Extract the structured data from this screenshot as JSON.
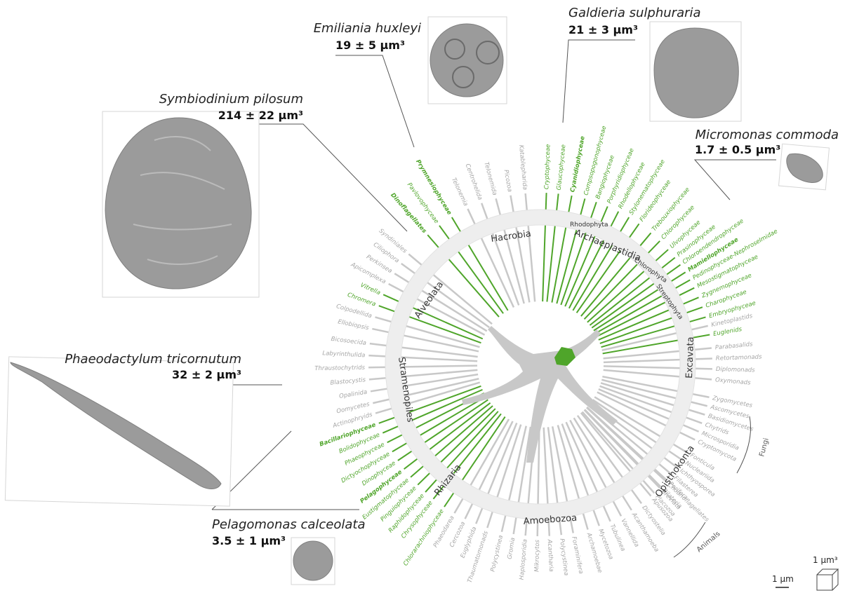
{
  "colors": {
    "green": "#4fa52a",
    "grey_branch": "#c8c8c8",
    "grey_label": "#a6a6a6",
    "ring": "#eeeeee"
  },
  "species": [
    {
      "key": "symbiodinium",
      "name": "Symbiodinium pilosum",
      "volume": "214 ± 22 µm³"
    },
    {
      "key": "emiliania",
      "name": "Emiliania huxleyi",
      "volume": "19 ± 5 µm³"
    },
    {
      "key": "galdieria",
      "name": "Galdieria sulphuraria",
      "volume": "21 ± 3 µm³"
    },
    {
      "key": "micromonas",
      "name": "Micromonas commoda",
      "volume": "1.7 ± 0.5 µm³"
    },
    {
      "key": "phaeodactylum",
      "name": "Phaeodactylum tricornutum",
      "volume": "32 ± 2 µm³"
    },
    {
      "key": "pelagomonas",
      "name": "Pelagomonas calceolata",
      "volume": "3.5 ± 1 µm³"
    }
  ],
  "supergroups": [
    "Hacrobia",
    "Archaeplastidia",
    "Alveolata",
    "Stramenopiles",
    "Excavata",
    "Rhizaria",
    "Amoebozoa",
    "Opisthokonta"
  ],
  "subgroups": [
    "Rhodophyta",
    "Chlorophyta",
    "Streptophyta"
  ],
  "groups": [
    "Fungi",
    "Animals"
  ],
  "taxa": [
    {
      "name": "Euglenids",
      "angle": -10,
      "green": true,
      "bold": false
    },
    {
      "name": "Embryophyceae",
      "angle": -16,
      "green": true,
      "bold": false
    },
    {
      "name": "Charophyceae",
      "angle": -19.5,
      "green": true,
      "bold": false
    },
    {
      "name": "Zygnemophyceae",
      "angle": -23,
      "green": true,
      "bold": false
    },
    {
      "name": "Mesostigmatophyceae",
      "angle": -26.5,
      "green": true,
      "bold": false
    },
    {
      "name": "Pedinophyceae-Nephroselmidae",
      "angle": -29.5,
      "green": true,
      "bold": false
    },
    {
      "name": "Mamiellophyceae",
      "angle": -32.5,
      "green": true,
      "bold": true
    },
    {
      "name": "Chloroendendrophyceae",
      "angle": -35.5,
      "green": true,
      "bold": false
    },
    {
      "name": "Prasinophyceae",
      "angle": -38.5,
      "green": true,
      "bold": false
    },
    {
      "name": "Ulvophyceae",
      "angle": -42,
      "green": true,
      "bold": false
    },
    {
      "name": "Chlorophyceae",
      "angle": -46,
      "green": true,
      "bold": false
    },
    {
      "name": "Trebouxiophyceae",
      "angle": -50,
      "green": true,
      "bold": false
    },
    {
      "name": "Florideophyceae",
      "angle": -55,
      "green": true,
      "bold": false
    },
    {
      "name": "Stylonematophyceae",
      "angle": -59,
      "green": true,
      "bold": false
    },
    {
      "name": "Rhodellophyceae",
      "angle": -63,
      "green": true,
      "bold": false
    },
    {
      "name": "Porphyridiophyceae",
      "angle": -67,
      "green": true,
      "bold": false
    },
    {
      "name": "Bangiophyceae",
      "angle": -71,
      "green": true,
      "bold": false
    },
    {
      "name": "Compsopogonophyceae",
      "angle": -75,
      "green": true,
      "bold": false
    },
    {
      "name": "Cyanidiophyceae",
      "angle": -79.5,
      "green": true,
      "bold": true
    },
    {
      "name": "Glaucophyceae",
      "angle": -84,
      "green": true,
      "bold": false
    },
    {
      "name": "Cryptophyceae",
      "angle": -88,
      "green": true,
      "bold": false
    },
    {
      "name": "Katablepharida",
      "angle": -95,
      "green": false,
      "bold": false
    },
    {
      "name": "Picozoa",
      "angle": -100,
      "green": false,
      "bold": false
    },
    {
      "name": "Telonemida",
      "angle": -105,
      "green": false,
      "bold": false
    },
    {
      "name": "Centrohelida",
      "angle": -110,
      "green": false,
      "bold": false
    },
    {
      "name": "Telonemia",
      "angle": -115,
      "green": false,
      "bold": false
    },
    {
      "name": "Prymnesiophyceae",
      "angle": -121,
      "green": true,
      "bold": true
    },
    {
      "name": "Pavlovophyceae",
      "angle": -126,
      "green": true,
      "bold": false
    },
    {
      "name": "Dinoflagellates",
      "angle": -131,
      "green": true,
      "bold": true
    },
    {
      "name": "Syndiniales",
      "angle": -140,
      "green": false,
      "bold": false
    },
    {
      "name": "Ciliophora",
      "angle": -144,
      "green": false,
      "bold": false
    },
    {
      "name": "Perkinsea",
      "angle": -148,
      "green": false,
      "bold": false
    },
    {
      "name": "Apicomplexa",
      "angle": -152,
      "green": false,
      "bold": false
    },
    {
      "name": "Vitrella",
      "angle": -156,
      "green": true,
      "bold": false
    },
    {
      "name": "Chromera",
      "angle": -160,
      "green": true,
      "bold": false
    },
    {
      "name": "Colpodellida",
      "angle": -164,
      "green": false,
      "bold": false
    },
    {
      "name": "Ellobiopsis",
      "angle": -168,
      "green": false,
      "bold": false
    },
    {
      "name": "Bicosoecida",
      "angle": -173,
      "green": false,
      "bold": false
    },
    {
      "name": "Labyrinthulida",
      "angle": -177,
      "green": false,
      "bold": false
    },
    {
      "name": "Thraustochytrids",
      "angle": 179,
      "green": false,
      "bold": false
    },
    {
      "name": "Blastocystis",
      "angle": 175,
      "green": false,
      "bold": false
    },
    {
      "name": "Opalinida",
      "angle": 171,
      "green": false,
      "bold": false
    },
    {
      "name": "Oomycetes",
      "angle": 167,
      "green": false,
      "bold": false
    },
    {
      "name": "Actinophryids",
      "angle": 163.5,
      "green": false,
      "bold": false
    },
    {
      "name": "Bacillariophyceae",
      "angle": 160,
      "green": true,
      "bold": true
    },
    {
      "name": "Bolidophyceae",
      "angle": 156.5,
      "green": true,
      "bold": false
    },
    {
      "name": "Phaeophyceae",
      "angle": 153,
      "green": true,
      "bold": false
    },
    {
      "name": "Dictyochophyceae",
      "angle": 149.5,
      "green": true,
      "bold": false
    },
    {
      "name": "Dinophyceae",
      "angle": 146,
      "green": true,
      "bold": false
    },
    {
      "name": "Pelagophyceae",
      "angle": 142.5,
      "green": true,
      "bold": true
    },
    {
      "name": "Eustigmatophyceae",
      "angle": 139,
      "green": true,
      "bold": false
    },
    {
      "name": "Pinguiophyceae",
      "angle": 135.5,
      "green": true,
      "bold": false
    },
    {
      "name": "Raphidophyceae",
      "angle": 132,
      "green": true,
      "bold": false
    },
    {
      "name": "Chrysophyceae",
      "angle": 128.5,
      "green": true,
      "bold": false
    },
    {
      "name": "Chlorarachniophyceae",
      "angle": 124,
      "green": true,
      "bold": false
    },
    {
      "name": "Phaeodarea",
      "angle": 120,
      "green": false,
      "bold": false
    },
    {
      "name": "Cercozoa",
      "angle": 116,
      "green": false,
      "bold": false
    },
    {
      "name": "Euglyphida",
      "angle": 112,
      "green": false,
      "bold": false
    },
    {
      "name": "Thaumatomonads",
      "angle": 108,
      "green": false,
      "bold": false
    },
    {
      "name": "Polycystinea",
      "angle": 103,
      "green": false,
      "bold": false
    },
    {
      "name": "Gromia",
      "angle": 99,
      "green": false,
      "bold": false
    },
    {
      "name": "Haplosporidia",
      "angle": 95,
      "green": false,
      "bold": false
    },
    {
      "name": "Mikrocytos",
      "angle": 91,
      "green": false,
      "bold": false
    },
    {
      "name": "Acantharia",
      "angle": 87,
      "green": false,
      "bold": false
    },
    {
      "name": "Polycystinea",
      "angle": 83,
      "green": false,
      "bold": false
    },
    {
      "name": "Foraminifera",
      "angle": 79,
      "green": false,
      "bold": false
    },
    {
      "name": "Archamoebae",
      "angle": 74,
      "green": false,
      "bold": false
    },
    {
      "name": "Mycetozoa",
      "angle": 70,
      "green": false,
      "bold": false
    },
    {
      "name": "Tubulinea",
      "angle": 66,
      "green": false,
      "bold": false
    },
    {
      "name": "Vannellida",
      "angle": 62,
      "green": false,
      "bold": false
    },
    {
      "name": "Acanthamoeba",
      "angle": 58,
      "green": false,
      "bold": false
    },
    {
      "name": "Dictyostelia",
      "angle": 54,
      "green": false,
      "bold": false
    },
    {
      "name": "Apusozoa",
      "angle": 50,
      "green": false,
      "bold": false
    },
    {
      "name": "Breviata",
      "angle": 46,
      "green": false,
      "bold": false
    },
    {
      "name": "Choanoflagellates",
      "angle": 43,
      "green": false,
      "bold": false
    },
    {
      "name": "Filasterea",
      "angle": 40,
      "green": false,
      "bold": false
    },
    {
      "name": "Ichthyosporea",
      "angle": 37,
      "green": false,
      "bold": false
    },
    {
      "name": "Nucleariida",
      "angle": 34,
      "green": false,
      "bold": false
    },
    {
      "name": "Fonticula",
      "angle": 31,
      "green": false,
      "bold": false
    },
    {
      "name": "Placozoa",
      "angle": 48.5,
      "green": false,
      "bold": false
    },
    {
      "name": "Bilateria",
      "angle": 45.5,
      "green": false,
      "bold": false
    },
    {
      "name": "Porifera",
      "angle": 42.5,
      "green": false,
      "bold": false
    },
    {
      "name": "Cryptomycota",
      "angle": 26,
      "green": false,
      "bold": false
    },
    {
      "name": "Microsporidia",
      "angle": 23,
      "green": false,
      "bold": false
    },
    {
      "name": "Chytrids",
      "angle": 20,
      "green": false,
      "bold": false
    },
    {
      "name": "Basidiomycetes",
      "angle": 17,
      "green": false,
      "bold": false
    },
    {
      "name": "Ascomycetes",
      "angle": 14,
      "green": false,
      "bold": false
    },
    {
      "name": "Zygomycetes",
      "angle": 11,
      "green": false,
      "bold": false
    },
    {
      "name": "Oxymonads",
      "angle": 5,
      "green": false,
      "bold": false
    },
    {
      "name": "Diplomonads",
      "angle": 1.5,
      "green": false,
      "bold": false
    },
    {
      "name": "Retortamonads",
      "angle": -2,
      "green": false,
      "bold": false
    },
    {
      "name": "Parabasalids",
      "angle": -5.5,
      "green": false,
      "bold": false
    },
    {
      "name": "Kinetoplastids",
      "angle": -13,
      "green": false,
      "bold": false
    }
  ],
  "scale": {
    "length": "1 µm",
    "volume": "1 µm³"
  }
}
